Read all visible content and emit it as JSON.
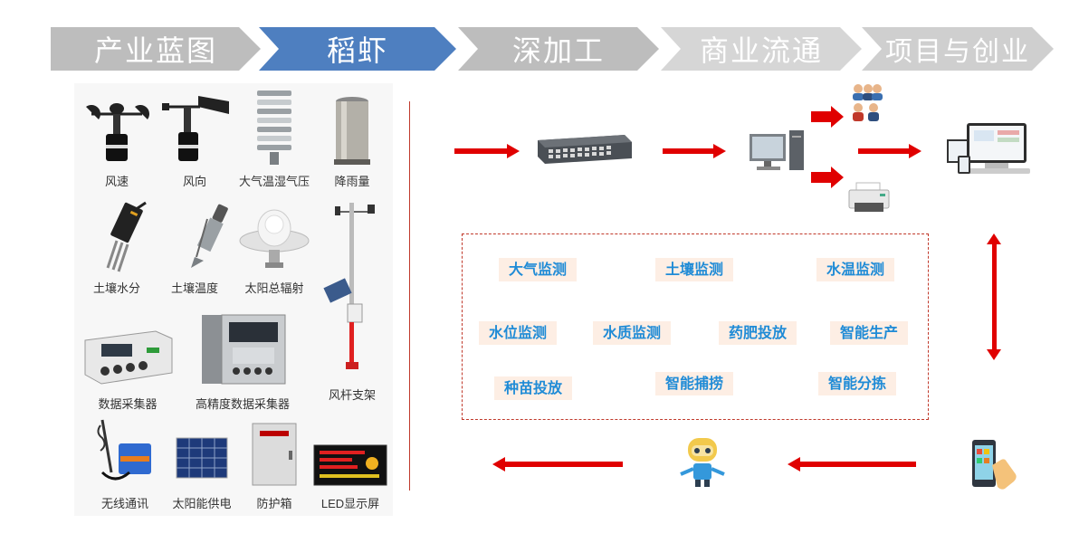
{
  "nav": {
    "steps": [
      {
        "label": "产业蓝图",
        "color": "#bdbdbd"
      },
      {
        "label": "稻虾",
        "color": "#4e7fc0"
      },
      {
        "label": "深加工",
        "color": "#bdbdbd"
      },
      {
        "label": "商业流通",
        "color": "#d6d6d6"
      },
      {
        "label": "项目与创业",
        "color": "#cfcfcf"
      }
    ]
  },
  "devices": {
    "items": [
      {
        "label": "风速",
        "icon": "anemometer-icon"
      },
      {
        "label": "风向",
        "icon": "wind-vane-icon"
      },
      {
        "label": "大气温湿气压",
        "icon": "louvered-shield-icon"
      },
      {
        "label": "降雨量",
        "icon": "rain-gauge-icon"
      },
      {
        "label": "土壤水分",
        "icon": "soil-moisture-probe-icon"
      },
      {
        "label": "土壤温度",
        "icon": "soil-temperature-probe-icon"
      },
      {
        "label": "太阳总辐射",
        "icon": "pyranometer-icon"
      },
      {
        "label": "数据采集器",
        "icon": "data-logger-icon"
      },
      {
        "label": "高精度数据采集器",
        "icon": "precision-logger-icon"
      },
      {
        "label": "风杆支架",
        "icon": "weather-mast-icon"
      },
      {
        "label": "无线通讯",
        "icon": "wireless-module-icon"
      },
      {
        "label": "太阳能供电",
        "icon": "solar-panel-icon"
      },
      {
        "label": "防护箱",
        "icon": "protective-box-icon"
      },
      {
        "label": "LED显示屏",
        "icon": "led-display-icon"
      }
    ]
  },
  "functions": {
    "items": [
      "大气监测",
      "土壤监测",
      "水温监测",
      "水位监测",
      "水质监测",
      "药肥投放",
      "智能生产",
      "种苗投放",
      "智能捕捞",
      "智能分拣"
    ]
  },
  "flow": {
    "icons": [
      "network-switch-icon",
      "desktop-computer-icon",
      "users-icon",
      "printer-icon",
      "multi-device-icon",
      "smartphone-touch-icon",
      "robot-icon"
    ]
  },
  "colors": {
    "arrow": "#e00000",
    "divider": "#c0392b",
    "tag_bg": "#fdeee4",
    "tag_text": "#1f8bd6"
  }
}
